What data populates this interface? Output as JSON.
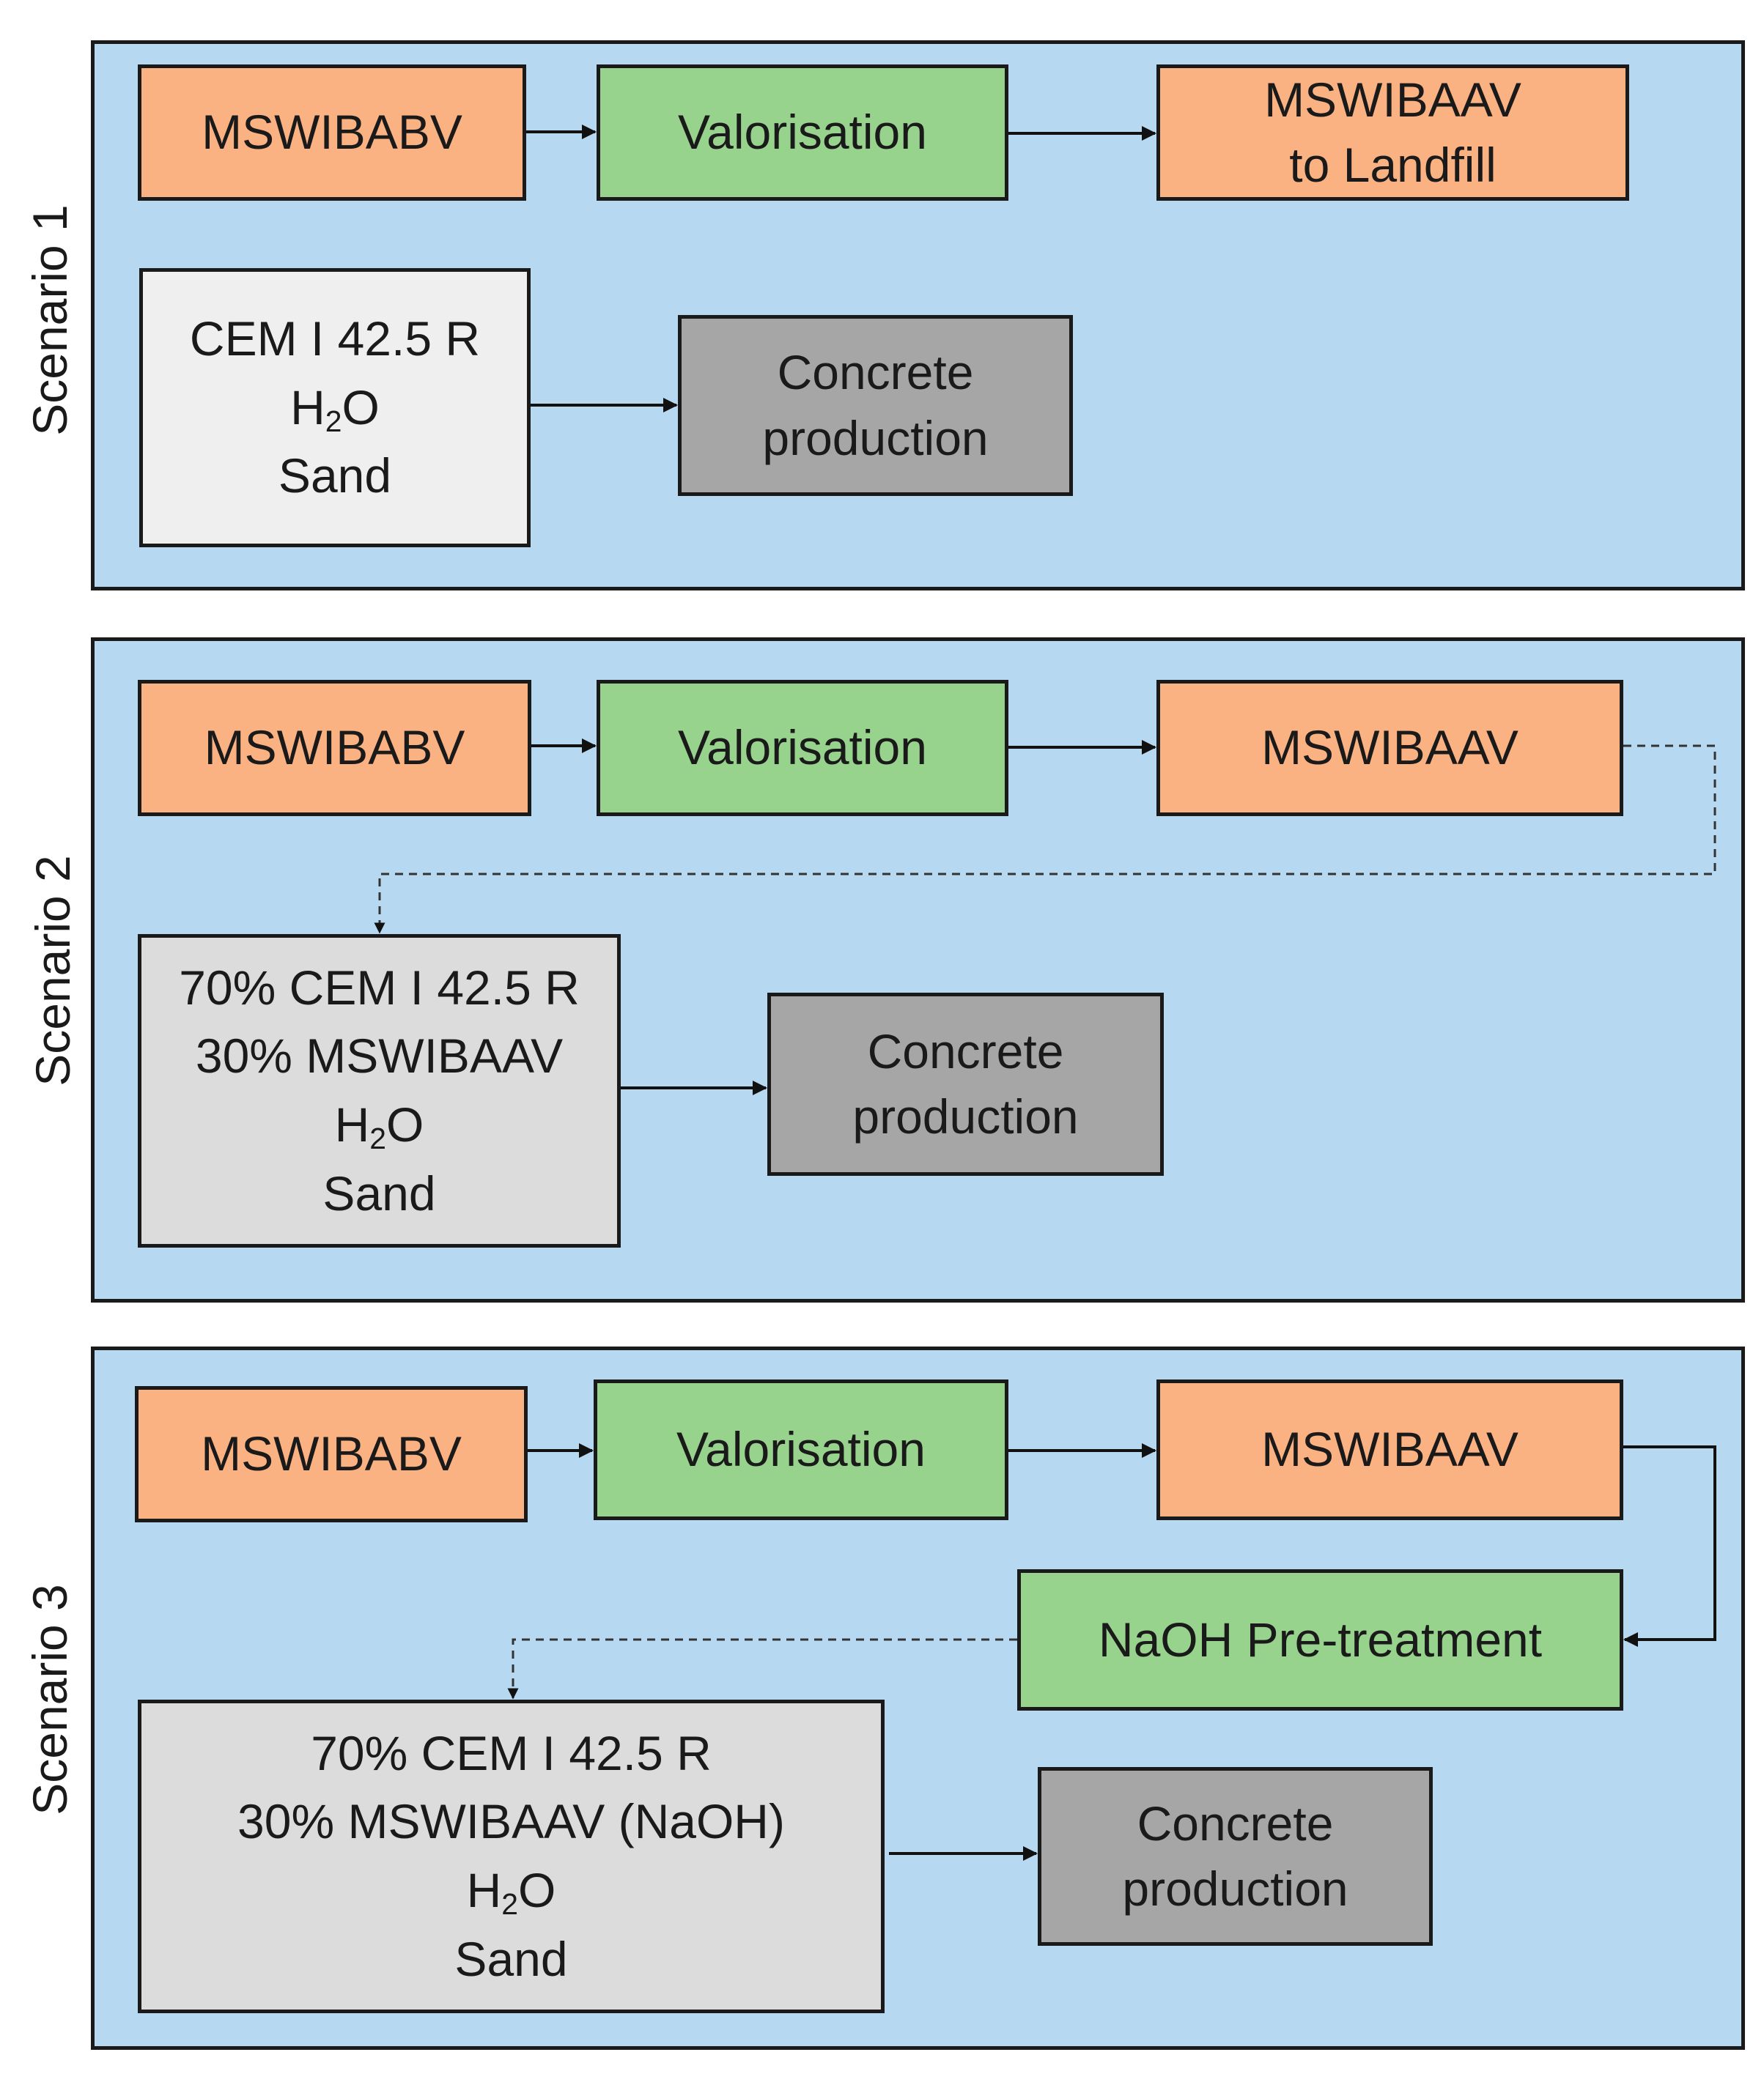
{
  "scenario1": {
    "label": "Scenario 1",
    "box_bv": "MSWIBABV",
    "box_valor": "Valorisation",
    "box_av_line1": "MSWIBAAV",
    "box_av_line2": "to Landfill",
    "input_line1": "CEM I 42.5 R",
    "input_h": "H",
    "input_h_sub": "2",
    "input_o": "O",
    "input_sand": "Sand",
    "concrete_line1": "Concrete",
    "concrete_line2": "production"
  },
  "scenario2": {
    "label": "Scenario 2",
    "box_bv": "MSWIBABV",
    "box_valor": "Valorisation",
    "box_av": "MSWIBAAV",
    "input_line1": "70% CEM I 42.5 R",
    "input_line2": "30% MSWIBAAV",
    "input_h": "H",
    "input_h_sub": "2",
    "input_o": "O",
    "input_sand": "Sand",
    "concrete_line1": "Concrete",
    "concrete_line2": "production"
  },
  "scenario3": {
    "label": "Scenario 3",
    "box_bv": "MSWIBABV",
    "box_valor": "Valorisation",
    "box_av": "MSWIBAAV",
    "box_naoh": "NaOH Pre-treatment",
    "input_line1": "70% CEM I 42.5 R",
    "input_line2": "30% MSWIBAAV (NaOH)",
    "input_h": "H",
    "input_h_sub": "2",
    "input_o": "O",
    "input_sand": "Sand",
    "concrete_line1": "Concrete",
    "concrete_line2": "production"
  },
  "colors": {
    "panel": "#b6d8f0",
    "orange": "#fbb282",
    "green": "#97d38d",
    "grey": "#a6a6a6",
    "light_grey": "#dcdcdc"
  }
}
